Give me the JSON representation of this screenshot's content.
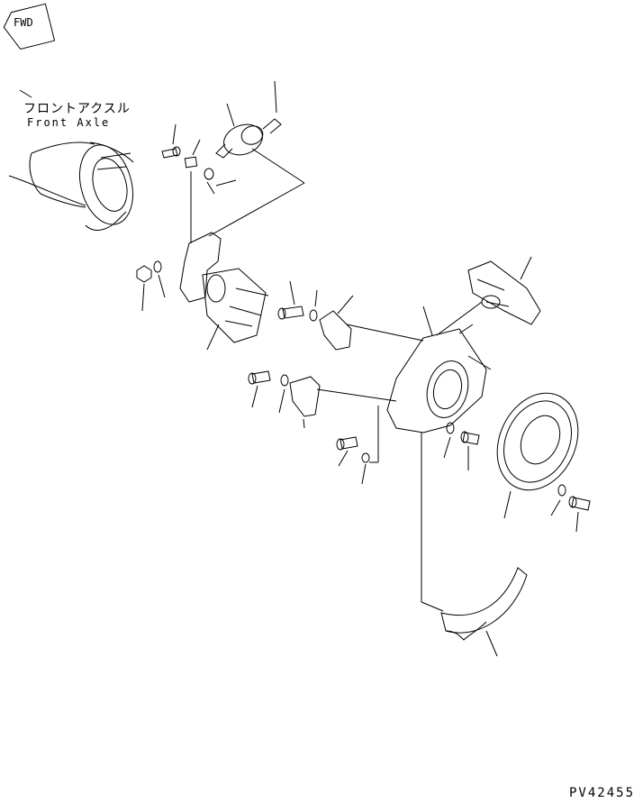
{
  "fwd_label": "FWD",
  "axle_label_jp": "フロントアクスル",
  "axle_label_en": "Front Axle",
  "drawing_code": "PV42455",
  "line_color": "#000000"
}
